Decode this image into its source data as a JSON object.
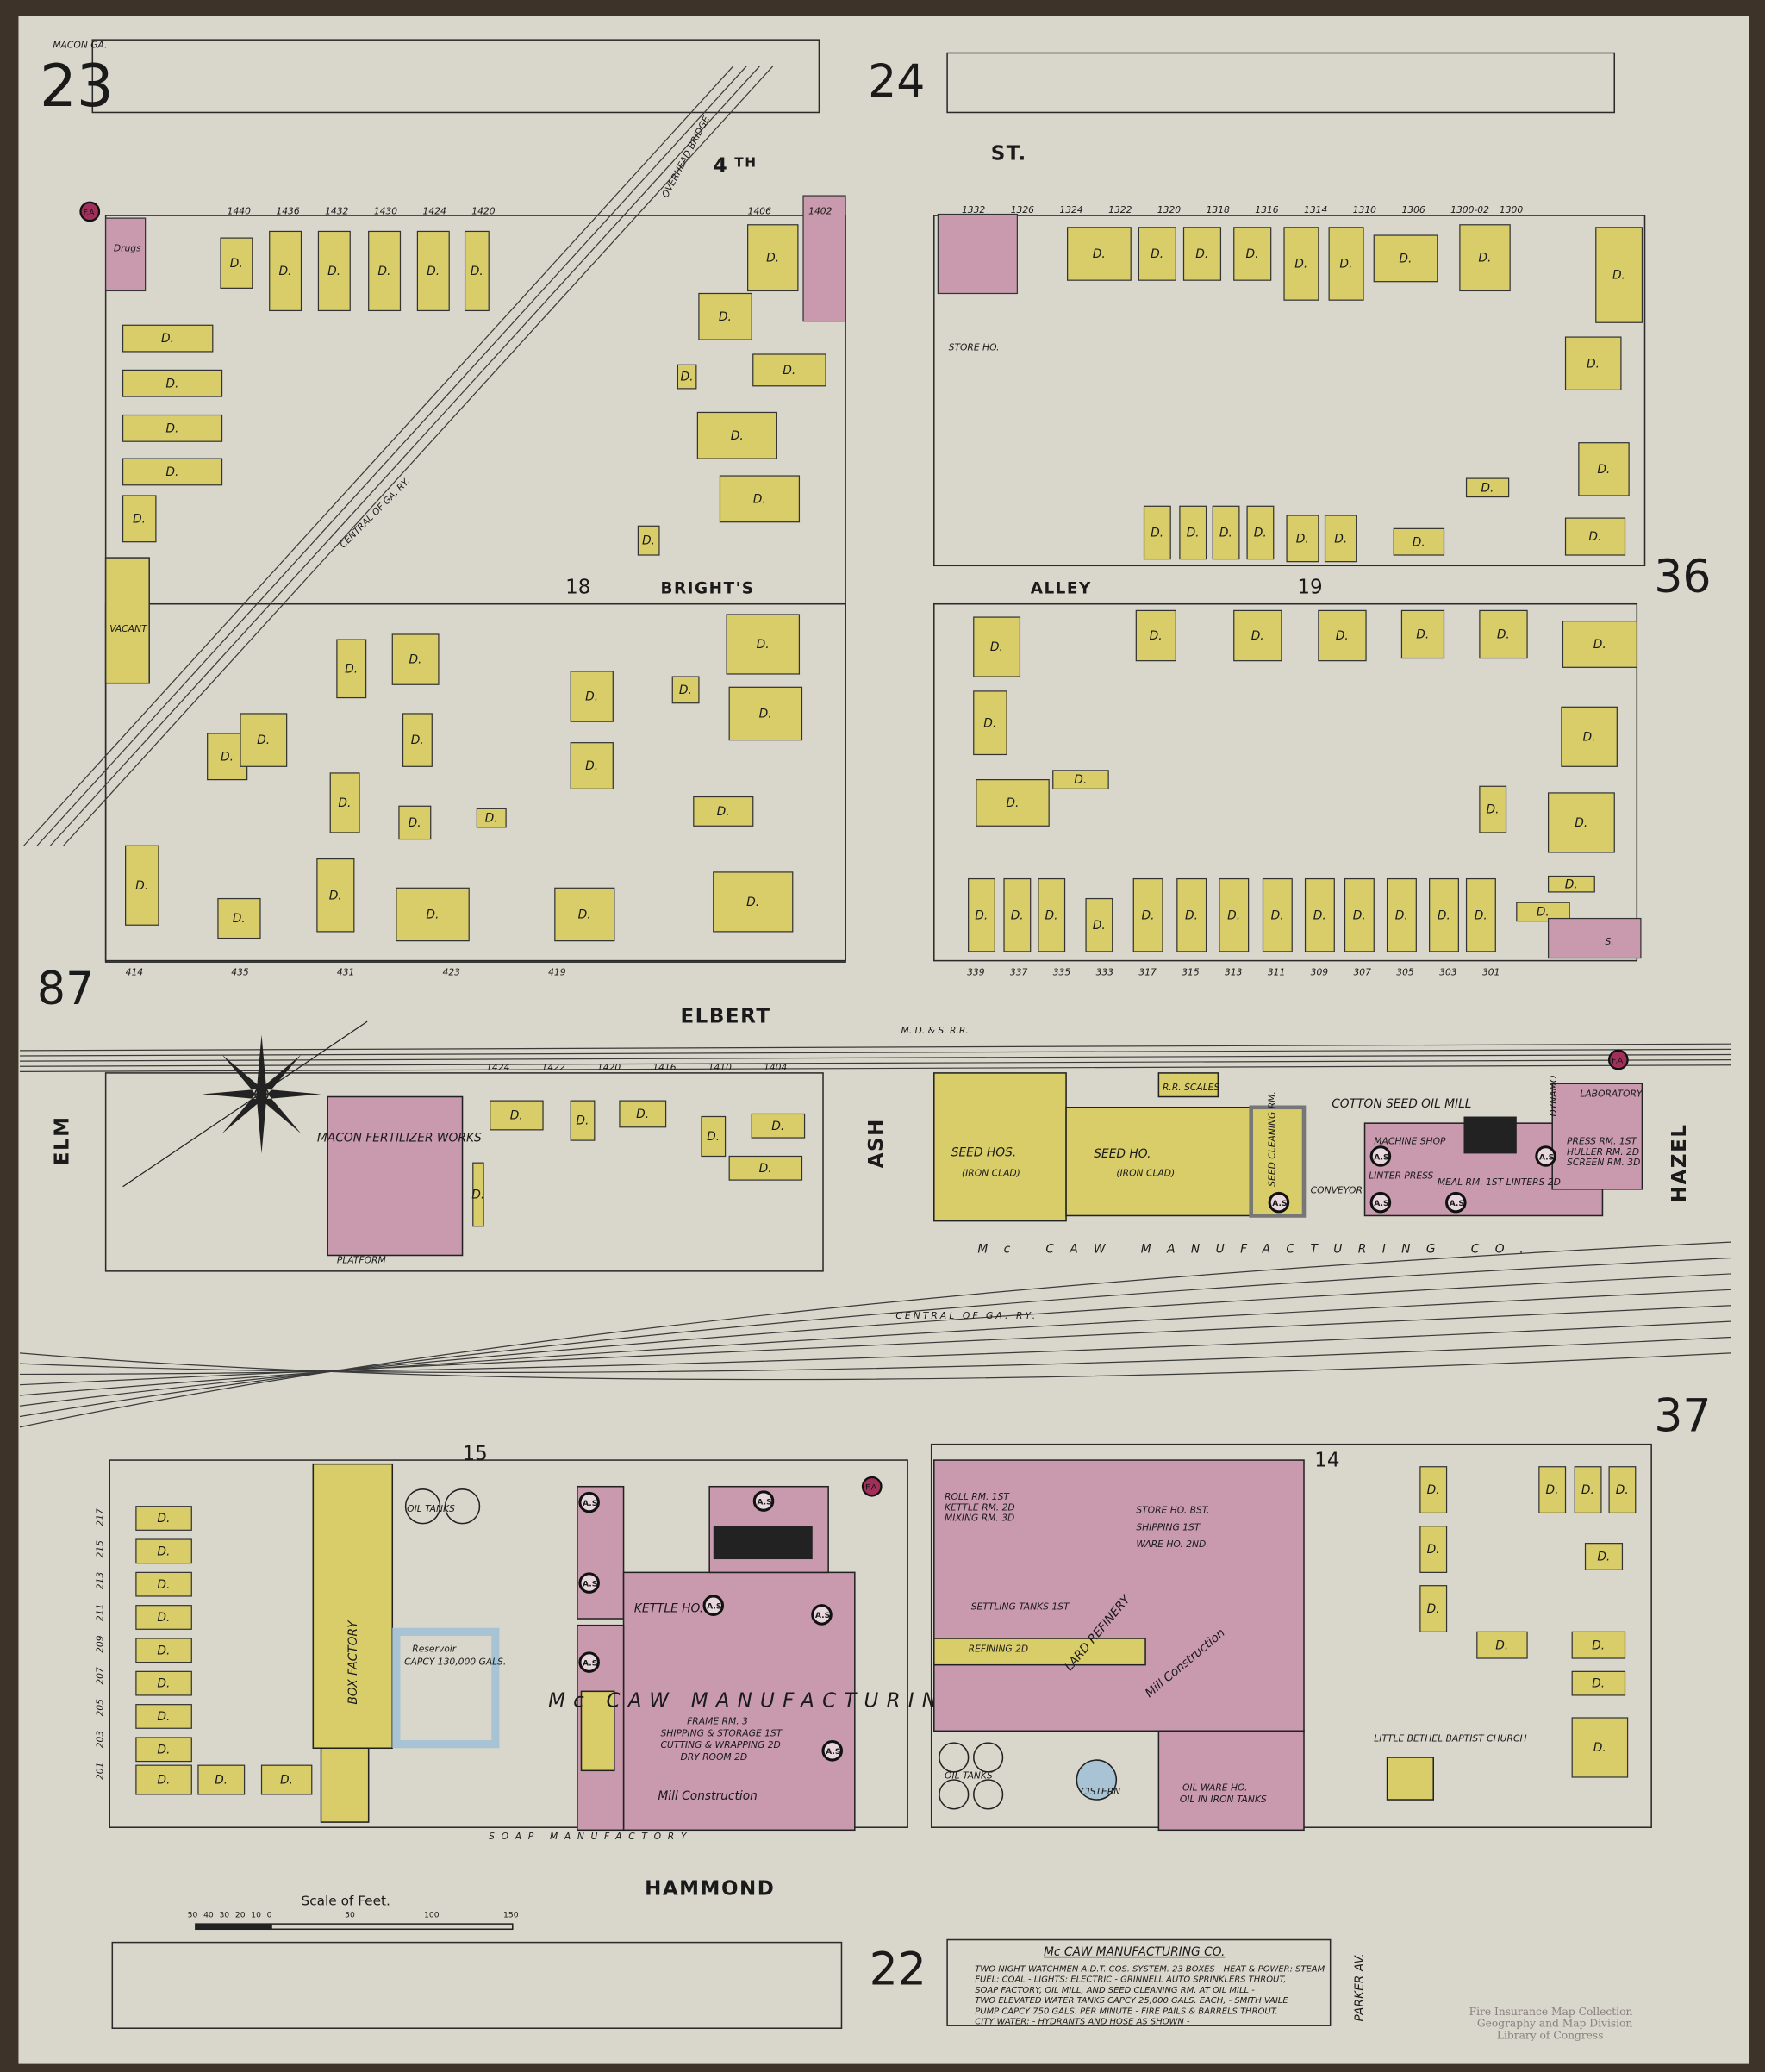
{
  "sheet": {
    "page_number": "23",
    "city_label": "MACON GA.",
    "adjacent_sheets": {
      "top": "24",
      "right_upper": "36",
      "right_lower": "37",
      "bottom": "22",
      "left": "87"
    },
    "blocks": [
      "18",
      "19",
      "15",
      "14"
    ]
  },
  "streets": {
    "fourth_a": "4",
    "fourth_b": "TH",
    "fourth_st": "ST.",
    "brights": "BRIGHT'S",
    "alley": "ALLEY",
    "elbert": "ELBERT",
    "hammond": "HAMMOND",
    "elm": "ELM",
    "ash": "ASH",
    "hazel": "HAZEL",
    "parker": "PARKER AV.",
    "railway_diag": "CENTRAL OF GA. RY.",
    "railway_main": "CENTRAL OF GA. RY.",
    "mcaw_track": "Mc CAW MANUFACTURING CO.",
    "mdrr": "M. D. & S. R.R.",
    "bridge": "OVERHEAD BRIDGE"
  },
  "buildings": {
    "dwelling": "D.",
    "store": "S.",
    "drugs": "Drugs",
    "vacant": "VACANT",
    "store_ho": "STORE HO.",
    "fertilizer": "MACON FERTILIZER WORKS",
    "platform": "PLATFORM",
    "seed_ho_1": "SEED HOS.",
    "seed_ho_1b": "(IRON CLAD)",
    "seed_ho_2": "SEED HO.",
    "seed_ho_2b": "(IRON CLAD)",
    "seed_cleaning": "SEED CLEANING RM.",
    "rr_scales": "R.R. SCALES",
    "cotton_seed": "COTTON SEED OIL MILL",
    "machine_shop": "MACHINE SHOP",
    "linter_press": "LINTER PRESS",
    "meal_rm": "MEAL RM. 1ST  LINTERS 2D",
    "press_rm": "PRESS RM. 1ST",
    "huller_rm": "HULLER RM. 2D",
    "screen_rm": "SCREEN RM. 3D",
    "laboratory": "LABORATORY",
    "dynamo": "DYNAMO",
    "conveyor": "CONVEYOR",
    "box_factory": "BOX FACTORY",
    "oil_tanks": "OIL TANKS",
    "reservoir": "Reservoir",
    "reservoir_cap": "CAPCY 130,000 GALS.",
    "kettle_ho": "KETTLE HO.",
    "mcaw_big": "Mc CAW MANUFACTURING CO.",
    "frame": "FRAME RM. 3",
    "shipping_storage": "SHIPPING & STORAGE 1ST",
    "cutting": "CUTTING & WRAPPING 2D",
    "dry_room": "DRY ROOM 2D",
    "mill_construction_a": "Mill Construction",
    "mill_construction_b": "Mill Construction",
    "roll_rm": "ROLL RM. 1ST",
    "kettle_rm": "KETTLE RM. 2D",
    "mixing_rm": "MIXING RM. 3D",
    "store_ho_bst": "STORE HO. BST.",
    "shipping_1st": "SHIPPING 1ST",
    "ware_ho": "WARE HO. 2ND.",
    "settling": "SETTLING TANKS 1ST",
    "refining": "REFINING 2D",
    "lard_refinery": "LARD REFINERY",
    "oil_ware": "OIL WARE HO.",
    "oil_ware_b": "OIL IN IRON TANKS",
    "oil_tanks_2": "OIL TANKS",
    "cistern": "CISTERN",
    "soap": "SOAP MANUFACTORY",
    "church": "LITTLE BETHEL BAPTIST CHURCH",
    "auto_sprinkler": "A.S",
    "fire_alarm": "F.A"
  },
  "addresses": {
    "row1": [
      "1440",
      "1436",
      "1432",
      "1430",
      "1424",
      "1420",
      "1406",
      "1402"
    ],
    "row2": [
      "1332",
      "1326",
      "1324",
      "1322",
      "1320",
      "1318",
      "1316",
      "1314",
      "1310",
      "1306",
      "1300-02",
      "1300"
    ],
    "elbert_n": [
      "414",
      "435",
      "431",
      "423",
      "419"
    ],
    "elbert_e": [
      "339",
      "337",
      "335",
      "333",
      "317",
      "315",
      "313",
      "311",
      "309",
      "307",
      "305",
      "303",
      "301"
    ],
    "elbert_s": [
      "1424",
      "1422",
      "1420",
      "1416",
      "1410",
      "1404"
    ],
    "hammond_w": [
      "217",
      "215",
      "213",
      "211",
      "209",
      "207",
      "205",
      "203",
      "201"
    ]
  },
  "notes": {
    "title": "Mc CAW MANUFACTURING CO.",
    "lines": [
      "TWO NIGHT WATCHMEN A.D.T. COS. SYSTEM. 23 BOXES - HEAT & POWER: STEAM",
      "FUEL: COAL - LIGHTS: ELECTRIC - GRINNELL AUTO SPRINKLERS THROUT,",
      "SOAP FACTORY, OIL MILL, AND SEED CLEANING RM. AT OIL MILL -",
      "TWO ELEVATED WATER TANKS CAPCY 25,000 GALS. EACH, - SMITH VAILE",
      "PUMP CAPCY 750 GALS. PER MINUTE - FIRE PAILS & BARRELS THROUT.",
      "CITY WATER: - HYDRANTS AND HOSE AS SHOWN -"
    ]
  },
  "scale": {
    "title": "Scale of Feet.",
    "ticks": [
      "50",
      "40",
      "30",
      "20",
      "10",
      "0",
      "50",
      "100",
      "150"
    ]
  },
  "watermark": [
    "Fire Insurance Map Collection",
    "Geography and Map Division",
    "Library of Congress"
  ],
  "colors": {
    "brick": "#c99aad",
    "frame": "#d9cd6a",
    "paper": "#d9d7cc",
    "border": "#3e3328",
    "iron_clad": "#9fa0a6",
    "water": "#a8c4d4"
  }
}
